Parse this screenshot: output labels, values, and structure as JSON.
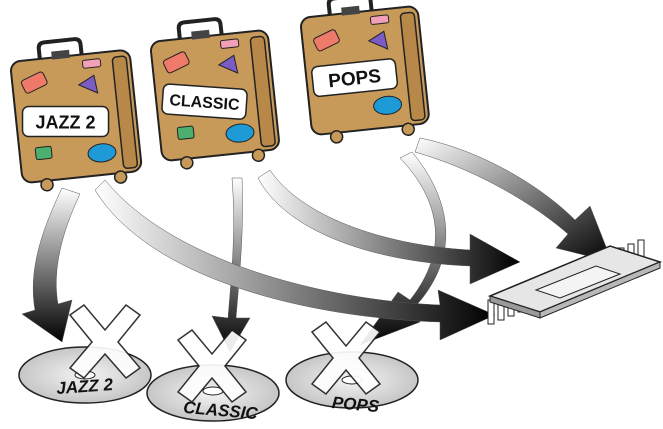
{
  "suitcases": [
    {
      "label": "JAZZ 2"
    },
    {
      "label": "CLASSIC"
    },
    {
      "label": "POPS"
    }
  ],
  "discs": [
    {
      "label": "JAZZ 2"
    },
    {
      "label": "CLASSIC"
    },
    {
      "label": "POPS"
    }
  ],
  "colors": {
    "suitcase_body": "#c89a5a",
    "suitcase_outline": "#222222",
    "sticker_red": "#f07a6a",
    "sticker_green": "#4caf6e",
    "sticker_blue": "#1e9ad6",
    "sticker_purple": "#7a5cc4",
    "sticker_pink": "#f2a0b8",
    "disc_fill": "#d8d8d8",
    "chip_fill": "#e6e6e6",
    "arrow_dark": "#111111"
  },
  "icons": [
    "suitcase-icon",
    "disc-icon",
    "cross-icon",
    "memory-chip-icon"
  ]
}
